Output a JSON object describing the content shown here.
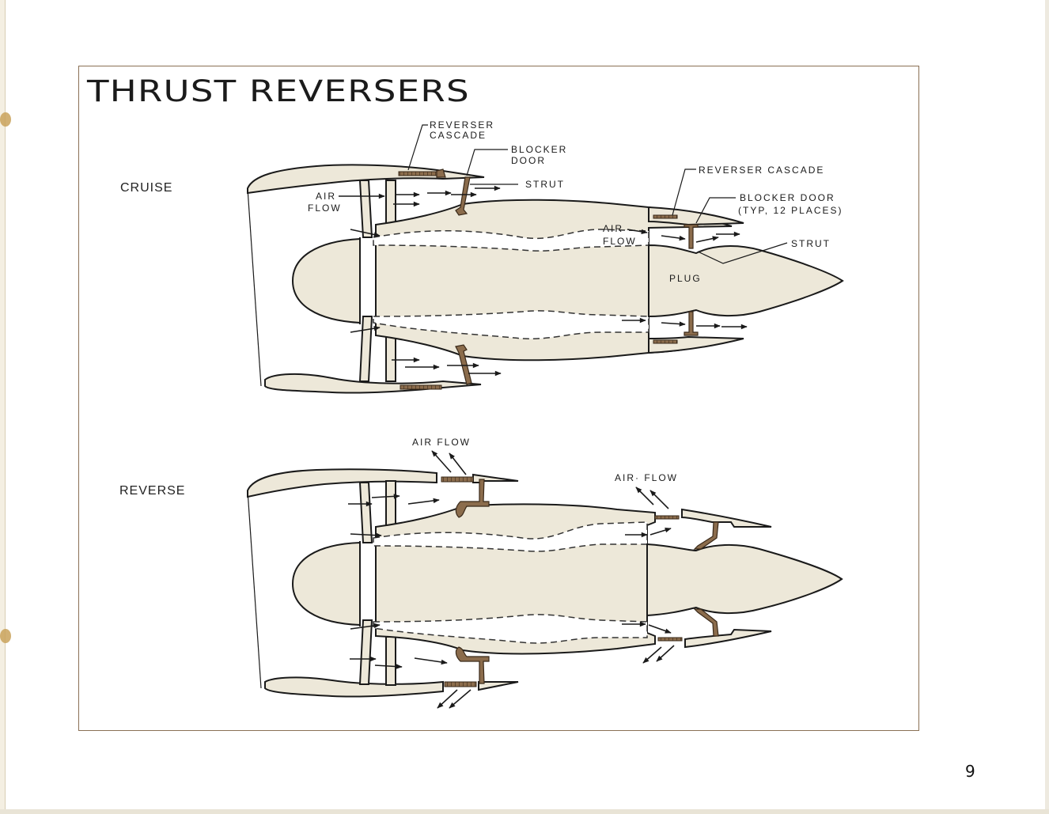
{
  "page": {
    "title": "THRUST REVERSERS",
    "page_number": "9"
  },
  "colors": {
    "component_fill": "#ede8d9",
    "mechanism_brown": "#8b6c4c",
    "frame_border": "#8a7055",
    "ink": "#1a1a1a"
  },
  "cruise": {
    "mode_label": "CRUISE",
    "labels": {
      "fan_reverser_cascade_line1": "REVERSER",
      "fan_reverser_cascade_line2": "CASCADE",
      "fan_blocker_door_line1": "BLOCKER",
      "fan_blocker_door_line2": "DOOR",
      "fan_strut": "STRUT",
      "fan_air_flow_line1": "AIR",
      "fan_air_flow_line2": "FLOW",
      "core_reverser_cascade": "REVERSER CASCADE",
      "core_blocker_door_line1": "BLOCKER DOOR",
      "core_blocker_door_line2": "(TYP, 12 PLACES)",
      "core_strut": "STRUT",
      "core_air_flow_line1": "AIR",
      "core_air_flow_line2": "FLOW",
      "plug": "PLUG"
    }
  },
  "reverse": {
    "mode_label": "REVERSE",
    "labels": {
      "fan_air_flow": "AIR FLOW",
      "core_air_flow": "AIR· FLOW"
    }
  }
}
